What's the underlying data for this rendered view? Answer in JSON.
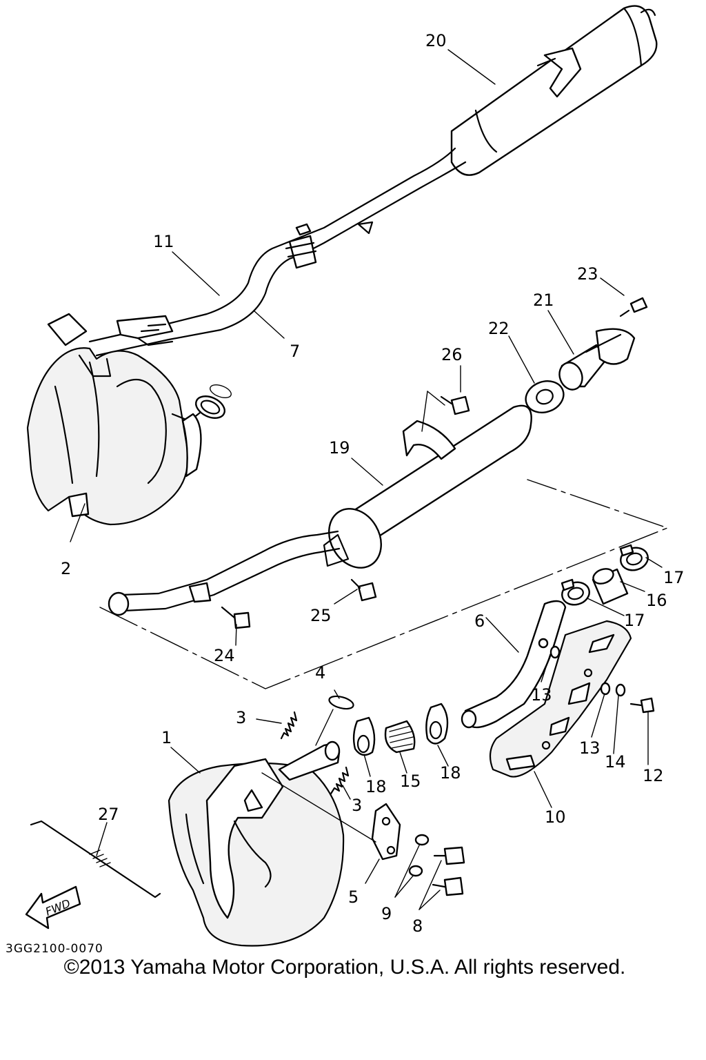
{
  "diagram": {
    "callouts": [
      "1",
      "2",
      "3",
      "3",
      "4",
      "5",
      "6",
      "7",
      "8",
      "9",
      "10",
      "11",
      "12",
      "13",
      "13",
      "14",
      "15",
      "16",
      "17",
      "17",
      "18",
      "18",
      "19",
      "20",
      "21",
      "22",
      "23",
      "24",
      "25",
      "26",
      "27"
    ],
    "fwd_label": "FWD",
    "catalog_code": "3GG2100-0070"
  },
  "footer": {
    "copyright": "©2013 Yamaha Motor Corporation, U.S.A. All rights reserved."
  }
}
